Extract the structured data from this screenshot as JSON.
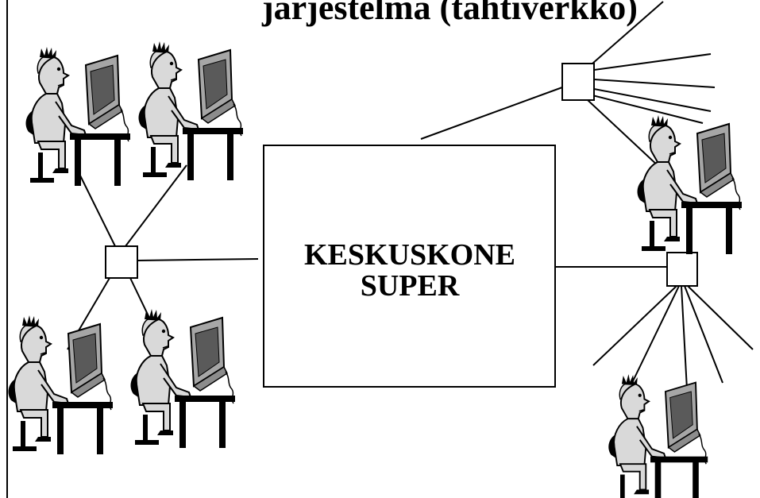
{
  "title": {
    "text": "järjestelmä (tähtiverkko)"
  },
  "mainframe": {
    "line1": "KESKUSKONE",
    "line2": "SUPER"
  },
  "icons": {
    "user": "person-at-computer-icon",
    "hub": "hub-icon"
  },
  "colors": {
    "stroke": "#000000",
    "background": "#ffffff",
    "skin": "#d9d9d9",
    "screen": "#5a5a5a",
    "monitor": "#a6a6a6"
  }
}
